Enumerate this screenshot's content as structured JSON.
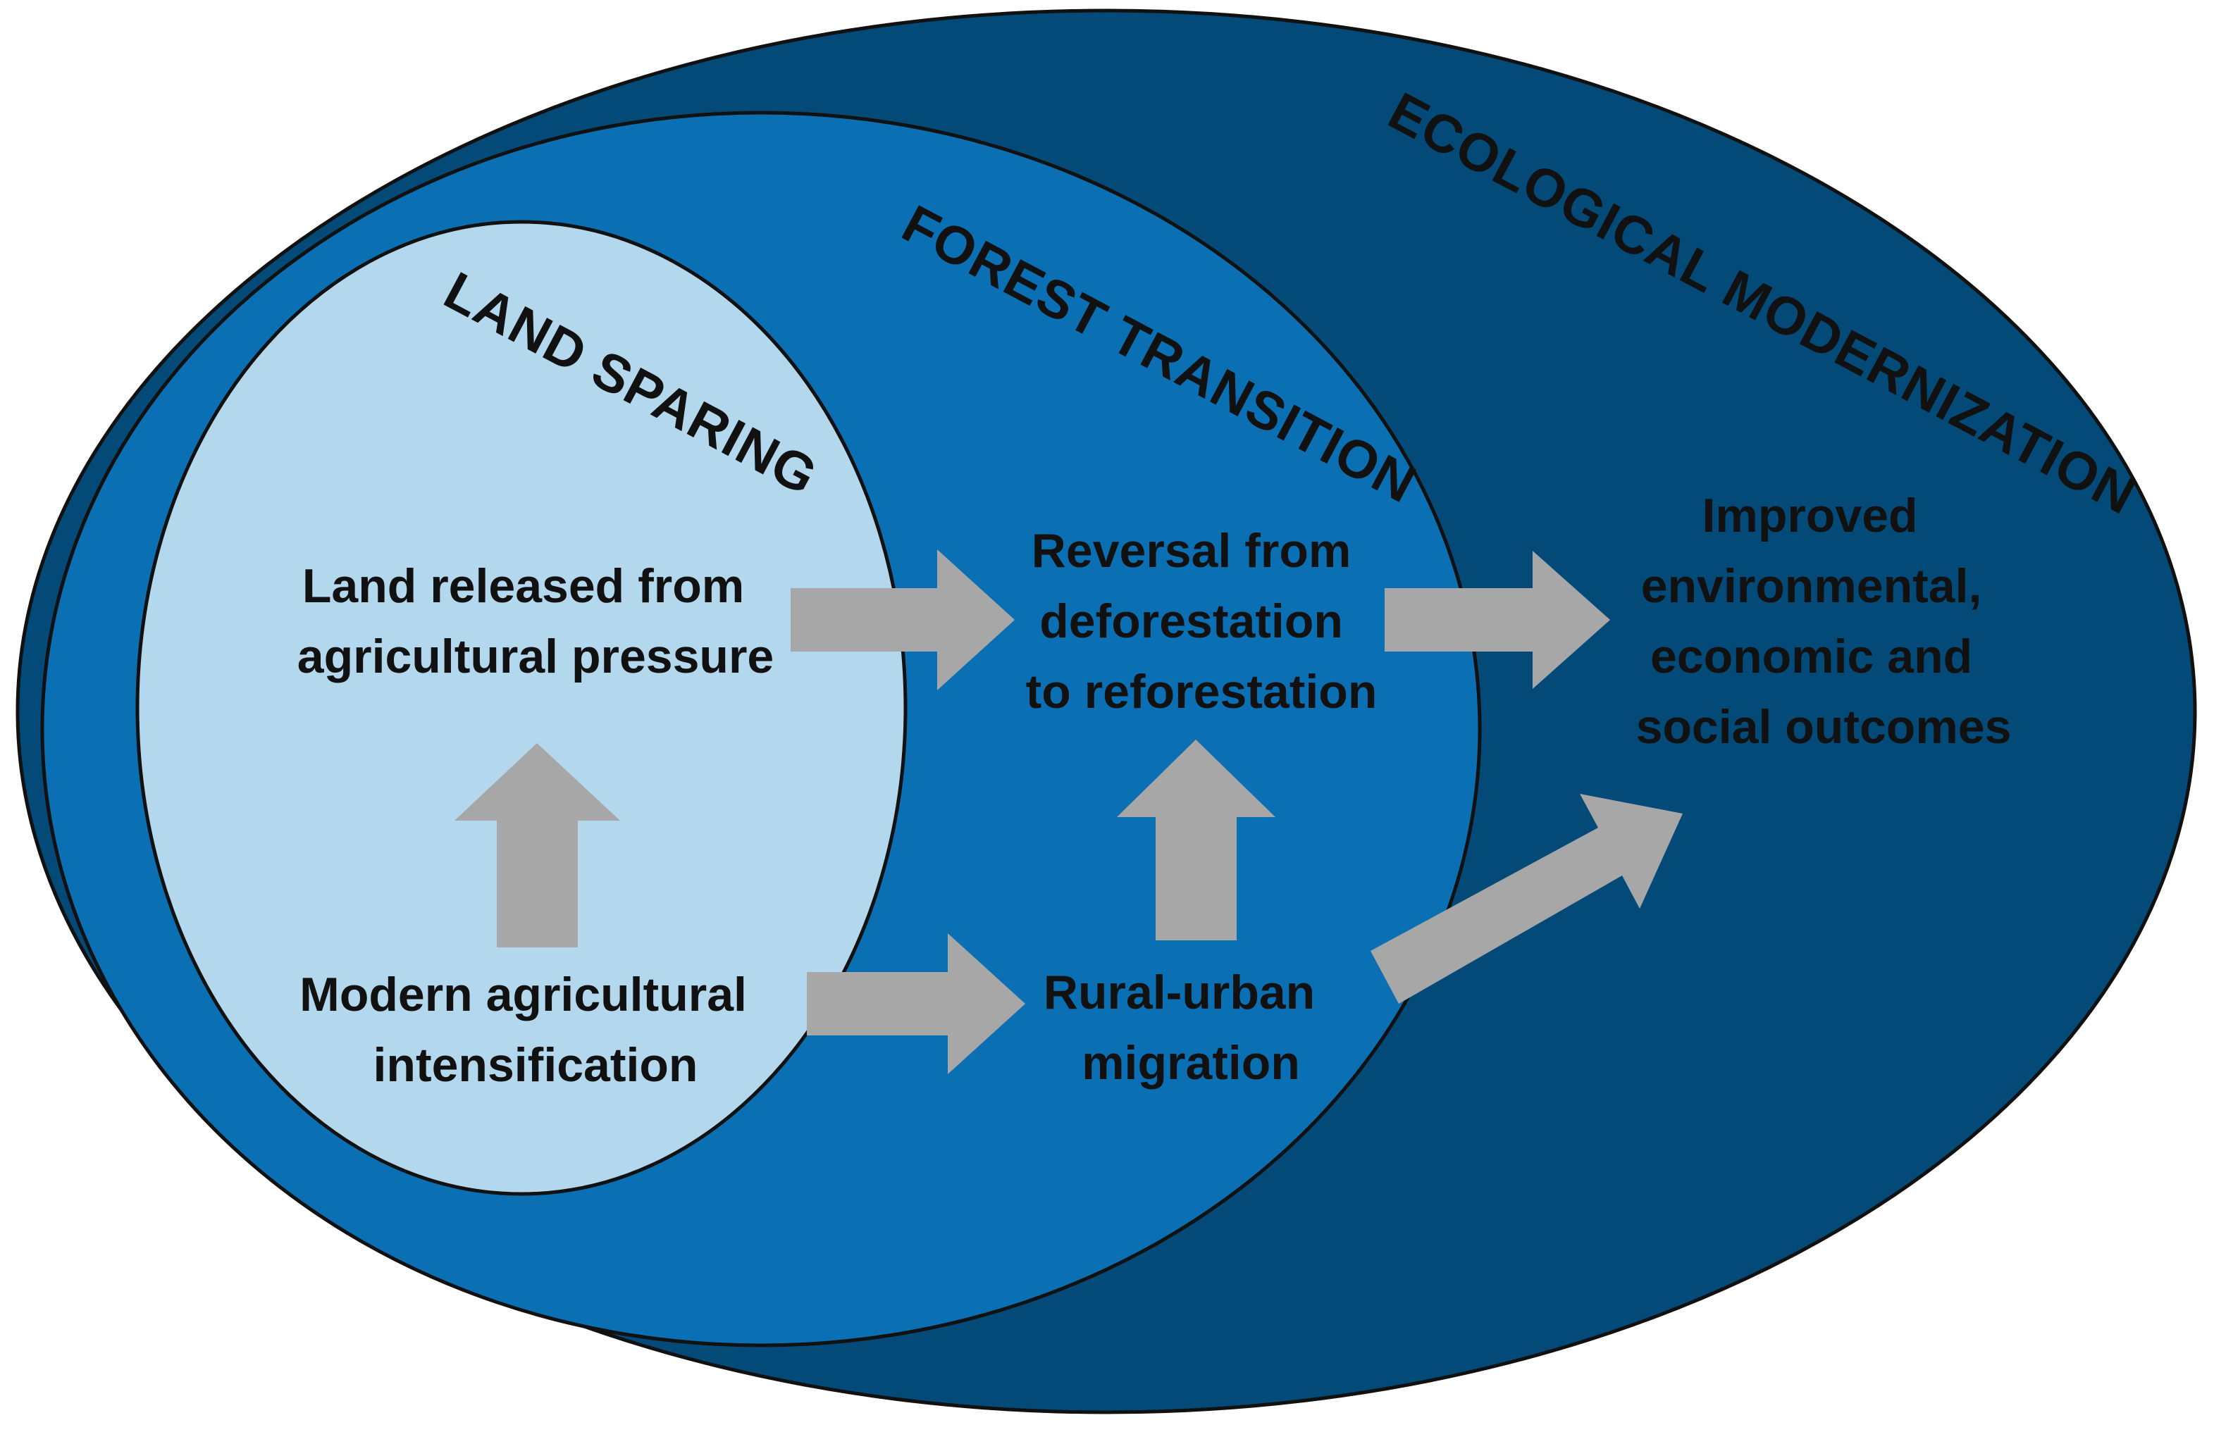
{
  "colors": {
    "outer_ring": "#034a78",
    "middle_ring": "#0b6fb3",
    "inner_ring": "#b3d8ee",
    "outline": "#111111",
    "arrow": "#a7a7a7",
    "text": "#111111"
  },
  "rings": {
    "ecological": {
      "label": "ECOLOGICAL MODERNIZATION"
    },
    "forest": {
      "label": "FOREST TRANSITION"
    },
    "land": {
      "label": "LAND SPARING"
    }
  },
  "nodes": {
    "land_released": {
      "lines": [
        "Land released from",
        "agricultural pressure"
      ]
    },
    "modern_intensification": {
      "lines": [
        "Modern agricultural",
        "intensification"
      ]
    },
    "reversal": {
      "lines": [
        "Reversal from",
        "deforestation",
        "to reforestation"
      ]
    },
    "rural_urban": {
      "lines": [
        "Rural-urban",
        "migration"
      ]
    },
    "improved_outcomes": {
      "lines": [
        "Improved",
        "environmental,",
        "economic and",
        "social outcomes"
      ]
    }
  },
  "edges": [
    {
      "from": "modern_intensification",
      "to": "land_released"
    },
    {
      "from": "land_released",
      "to": "reversal"
    },
    {
      "from": "modern_intensification",
      "to": "rural_urban"
    },
    {
      "from": "rural_urban",
      "to": "reversal"
    },
    {
      "from": "reversal",
      "to": "improved_outcomes"
    },
    {
      "from": "rural_urban",
      "to": "improved_outcomes"
    }
  ]
}
